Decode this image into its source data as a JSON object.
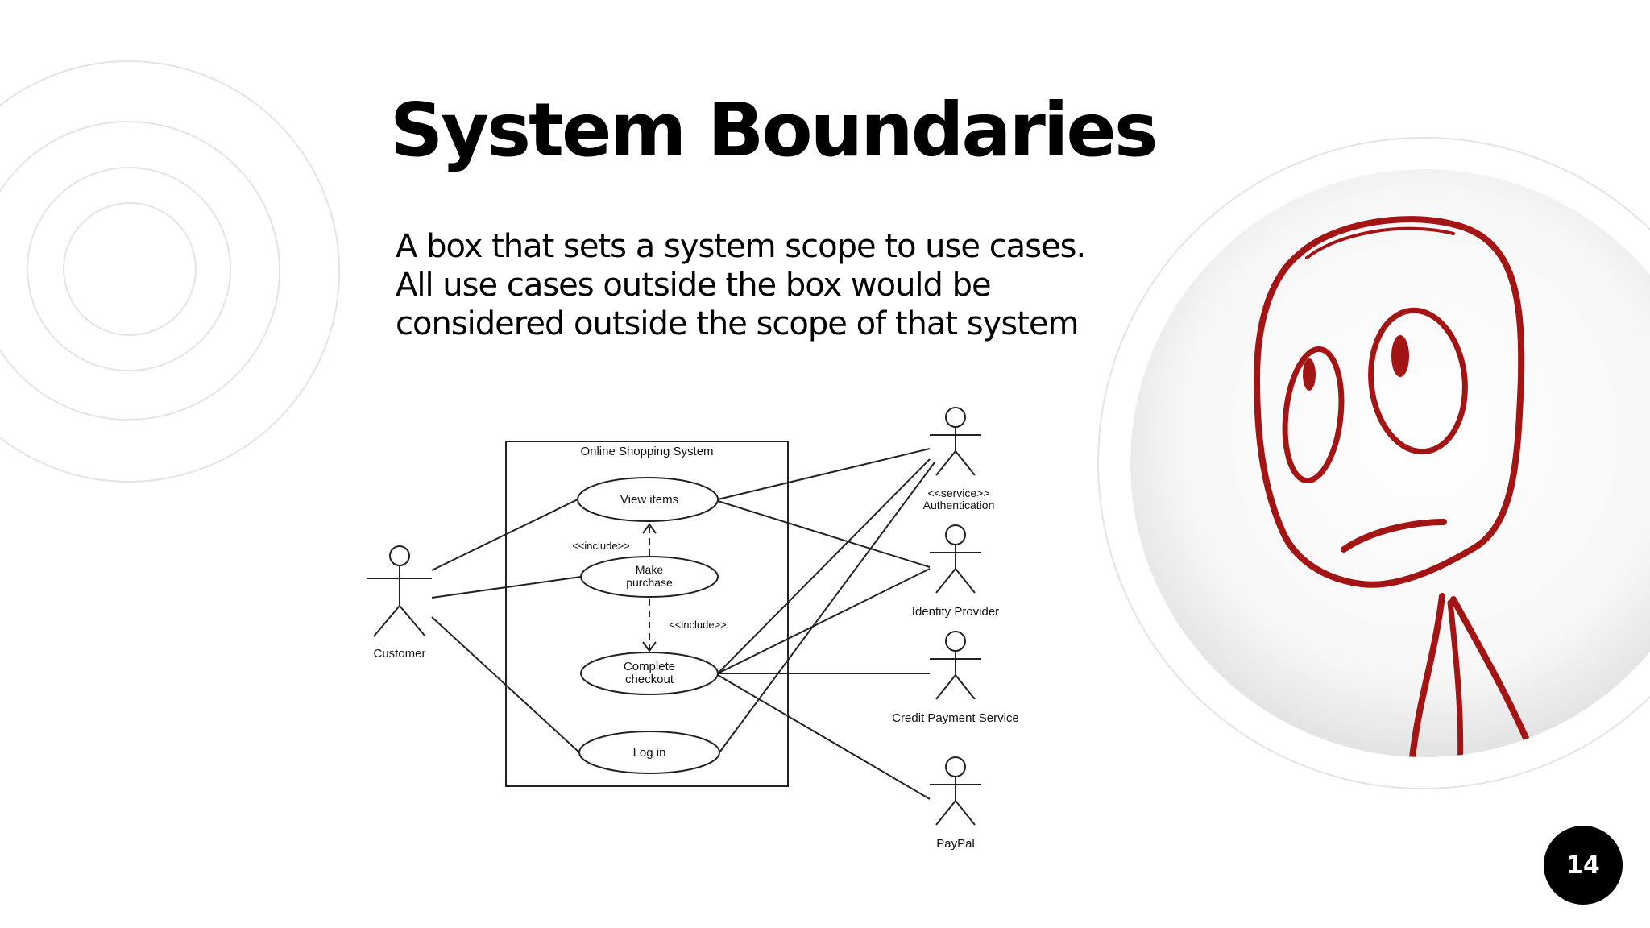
{
  "slide": {
    "title": "System Boundaries",
    "body": "A box that sets a system scope to use cases. All use cases outside the box would be considered outside the scope of that system",
    "page_number": "14"
  },
  "diagram": {
    "boundary_label": "Online Shopping System",
    "use_cases": {
      "view_items": "View items",
      "make_purchase_1": "Make",
      "make_purchase_2": "purchase",
      "complete_checkout_1": "Complete",
      "complete_checkout_2": "checkout",
      "log_in": "Log in"
    },
    "include_label_1": "<<include>>",
    "include_label_2": "<<include>>",
    "actors": {
      "customer": "Customer",
      "authentication_stereotype": "<<service>>",
      "authentication": "Authentication",
      "identity_provider": "Identity Provider",
      "credit_payment_service": "Credit Payment Service",
      "paypal": "PayPal"
    }
  },
  "illustration": {
    "figure_color": "#a31515"
  }
}
